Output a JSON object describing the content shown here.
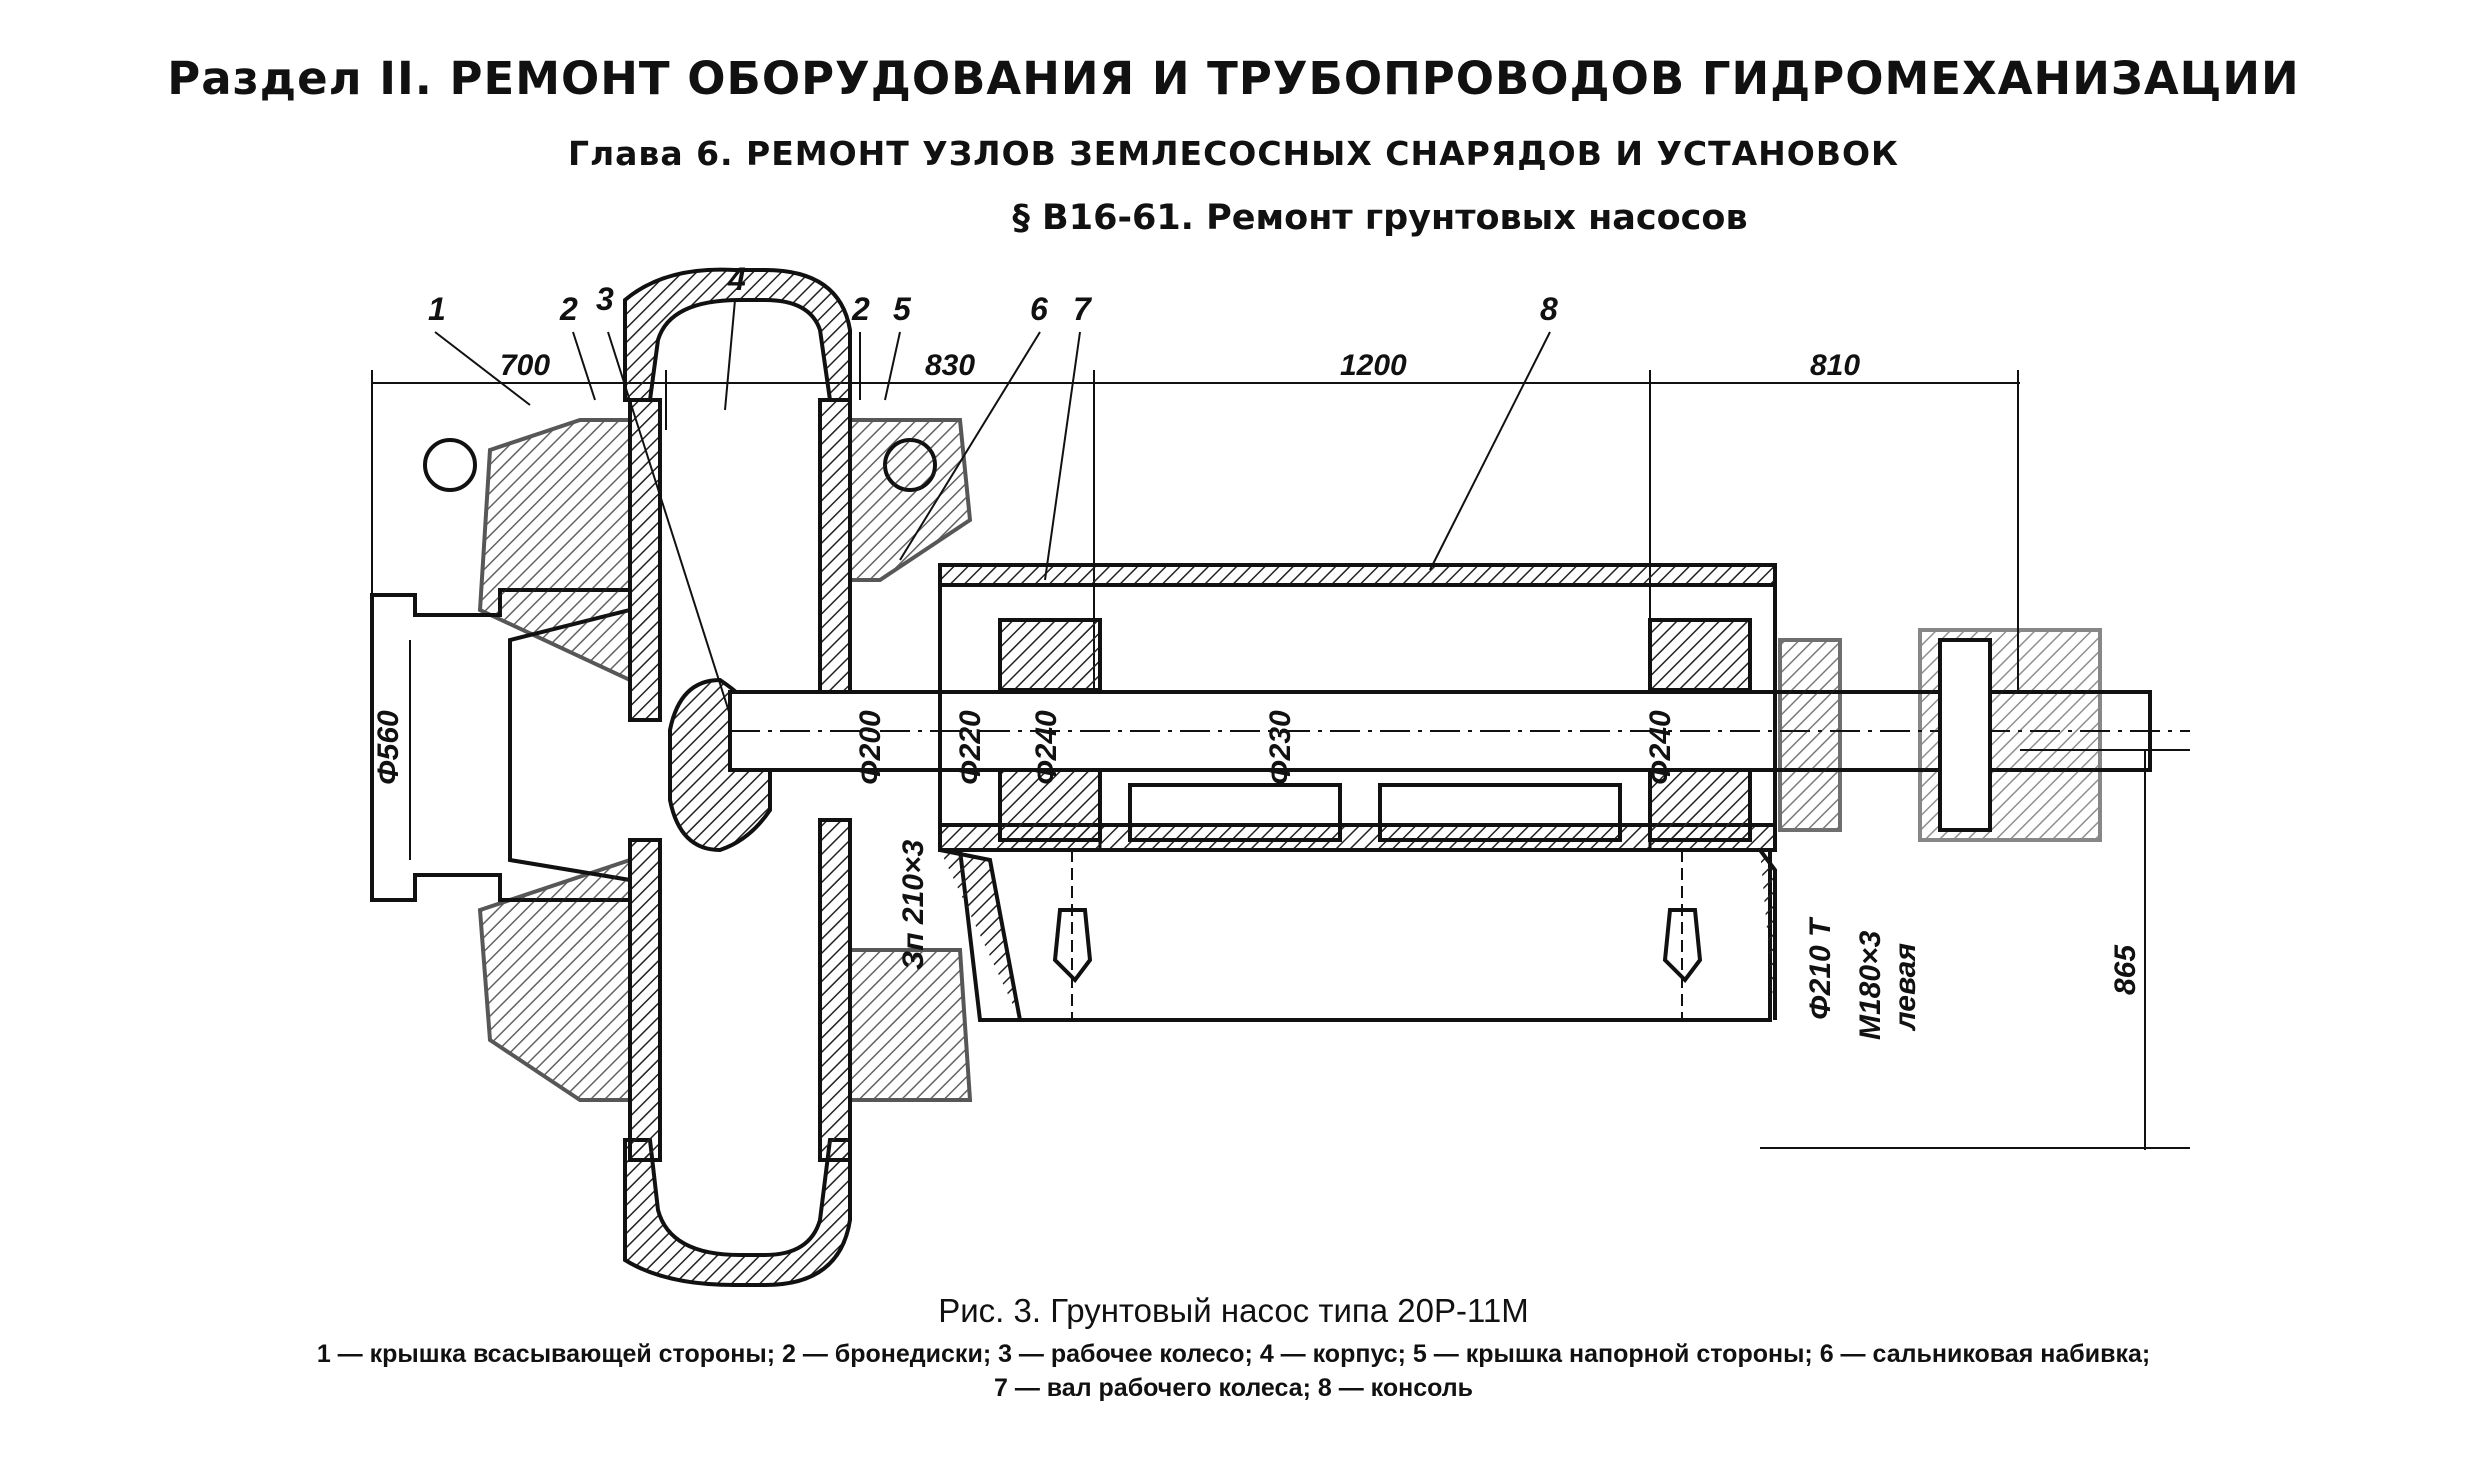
{
  "header": {
    "section": "Раздел II. РЕМОНТ ОБОРУДОВАНИЯ И ТРУБОПРОВОДОВ ГИДРОМЕХАНИЗАЦИИ",
    "chapter": "Глава 6. РЕМОНТ УЗЛОВ ЗЕМЛЕСОСНЫХ СНАРЯДОВ И УСТАНОВОК",
    "paragraph": "§ В16-61. Ремонт грунтовых насосов"
  },
  "drawing": {
    "part_labels": [
      "1",
      "2",
      "3",
      "4",
      "2",
      "5",
      "6",
      "7",
      "8"
    ],
    "dimensions": {
      "d1": "700",
      "d2": "830",
      "d3": "1200",
      "d4": "810",
      "height": "865"
    },
    "diameters": {
      "inlet": "Φ560",
      "shaft_a": "Φ200",
      "shaft_b": "Φ220",
      "shaft_c": "Φ240",
      "shaft_d": "Φ230",
      "shaft_e": "Φ240",
      "thread": "Зп 210×3",
      "bearing": "Φ210 Т",
      "nut": "М180×3",
      "nut_note": "левая"
    }
  },
  "caption": {
    "title": "Рис. 3. Грунтовый насос типа 20Р-11М",
    "legend_line1": "1 — крышка всасывающей стороны; 2 — бронедиски; 3 — рабочее колесо; 4 — корпус; 5 — крышка напорной стороны; 6 — сальниковая набивка;",
    "legend_line2": "7 — вал рабочего колеса; 8 — консоль"
  }
}
